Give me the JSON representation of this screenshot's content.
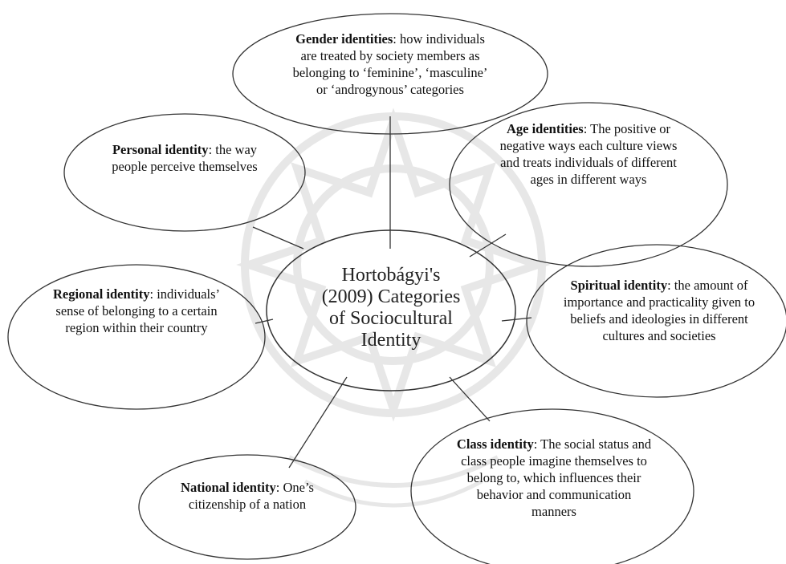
{
  "diagram": {
    "center": {
      "lines": [
        "Hortobágyi's",
        "(2009) Categories",
        "of Sociocultural",
        "Identity"
      ]
    },
    "nodes": {
      "gender": {
        "term": "Gender identities",
        "description": ": how individuals are treated by society members as belonging to ‘feminine’, ‘masculine’ or ‘androgynous’ categories"
      },
      "age": {
        "term": "Age identities",
        "description": ": The positive or negative ways each culture views and treats individuals of different ages in different ways"
      },
      "personal": {
        "term": "Personal identity",
        "description": ": the way people perceive themselves"
      },
      "regional": {
        "term": "Regional identity",
        "description": ": individuals’ sense of belonging to a certain region within their country"
      },
      "spiritual": {
        "term": "Spiritual identity",
        "description": ": the amount  of importance and practicality given to beliefs and ideologies in different cultures and societies"
      },
      "national": {
        "term": "National identity",
        "description": ": One’s citizenship of a nation"
      },
      "class": {
        "term": "Class identity",
        "description": ": The social status and class people imagine themselves to belong to, which influences their behavior and communication manners"
      }
    },
    "colors": {
      "stroke": "#333333",
      "text": "#111111",
      "background": "#ffffff",
      "watermark": "#d8d8d8"
    }
  }
}
